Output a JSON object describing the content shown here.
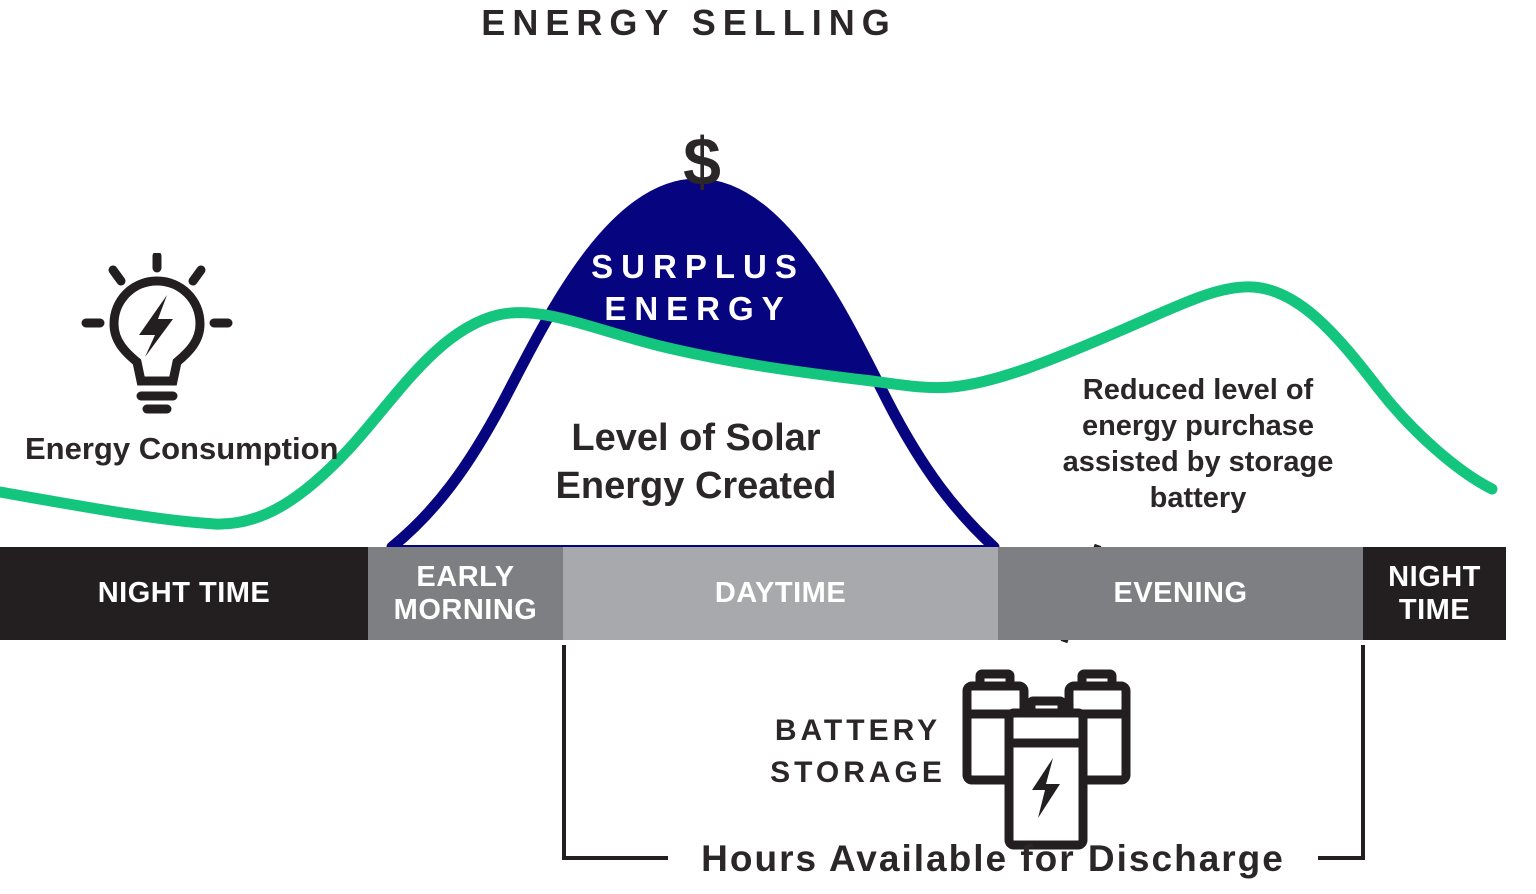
{
  "title": "ENERGY SELLING",
  "surplus": {
    "dollar": "$",
    "label": "SURPLUS\nENERGY"
  },
  "labels": {
    "energy_consumption": "Energy Consumption",
    "solar": "Level of Solar\nEnergy Created",
    "reduced": "Reduced level of\nenergy purchase\nassisted by storage\nbattery",
    "battery_storage": "BATTERY\nSTORAGE",
    "hours": "Hours Available for Discharge"
  },
  "timeline": {
    "segments": [
      {
        "label": "NIGHT TIME"
      },
      {
        "label": "EARLY\nMORNING"
      },
      {
        "label": "DAYTIME"
      },
      {
        "label": "EVENING"
      },
      {
        "label": "NIGHT\nTIME"
      }
    ]
  },
  "icons": {
    "consumption": "lightbulb-energy-icon",
    "storage": "battery-storage-icon"
  },
  "colors": {
    "green": "#14c57e",
    "navy": "#070480",
    "dark": "#2b2728",
    "bardark": "#231f20",
    "gray": "#7e7f83",
    "lightgray": "#a8a9ad",
    "white": "#ffffff"
  }
}
